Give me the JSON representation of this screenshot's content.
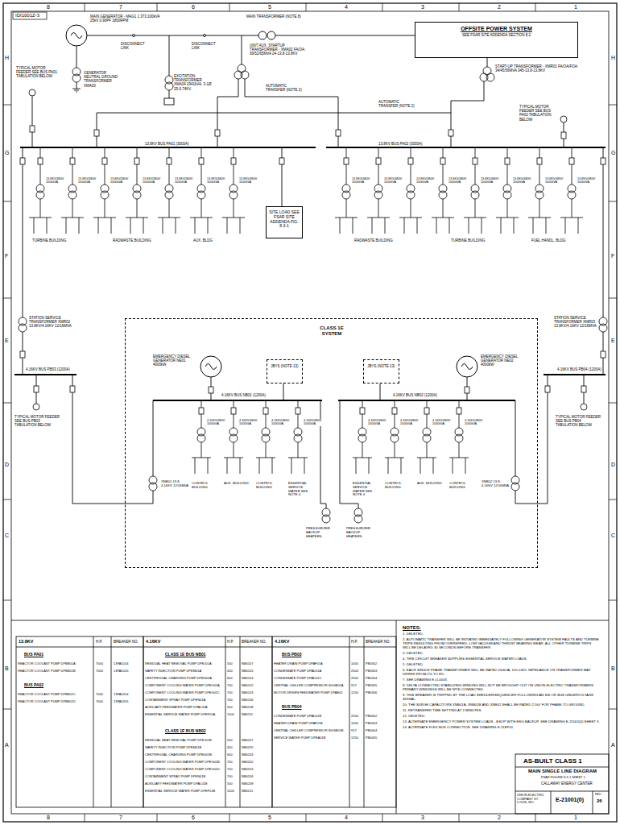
{
  "diagram": {
    "title": "MAIN SINGLE LINE DIAGRAM",
    "nodes": [
      {
        "text": [
          "OFFSITE POWER SYSTEM",
          "SEE FSAR SITE ADDENDA SECTION 8.2"
        ]
      },
      {
        "text": [
          "SITE LOAD SEE FSAR SITE ADDENDA FIG. 8.3-1"
        ]
      },
      {
        "text": [
          "CLASS 1E SYSTEM"
        ]
      },
      {
        "text": [
          "JBYS (NOTE 13)"
        ],
        "in": 2
      },
      {
        "text": [
          "JBYS (NOTE 13)"
        ],
        "in": 2
      }
    ],
    "labels": [
      "8",
      "7",
      "6",
      "5",
      "4",
      "3",
      "2",
      "1",
      "8",
      "7",
      "6",
      "5",
      "4",
      "3",
      "2",
      "1",
      "H",
      "G",
      "F",
      "E",
      "D",
      "C",
      "B",
      "A",
      "H",
      "G",
      "F",
      "E",
      "D",
      "C",
      "B",
      "A",
      "IDI1001Z-3",
      "MAIN GENERATOR - MAG1 1,373,100kVA 25kV 0.90PF 1800RPM",
      "DISCONNECT LINK",
      "DISCONNECT LINK",
      "MAIN TRANSFORMER (NOTE 8)",
      "UNIT AUX. STARTUP TRANSFORMER - XMA02 FA/OA: 39/52/65MVA 24-13.8-13.8KV",
      "GENERATOR NEUTRAL GROUND TRANSFORMER XMA03",
      "TYPICAL MOTOR FEEDER SEE BUS PA01 TABULATION BELOW",
      "EXCITATION TRANSFORMER XMA04 2941kVA, 3-1Ø 25-0.74KV",
      "AUTOMATIC TRANSFER (NOTE 2)",
      "AUTOMATIC TRANSFER (NOTE 2)",
      "START-UP TRANSFORMER - XMR01 FA/OA/FOA: 34/45/56MVA 345-13.8-13.8KV",
      "13.8KV BUS PA01 (3000A)",
      "13.8KV BUS PA02 (3000A)",
      "TYPICAL MOTOR FEEDER SEE BUS PA02 TABULATION BELOW",
      "13.8KV/480V 1000kVA",
      "13.8KV/480V 1000kVA",
      "13.8KV/480V 1000kVA",
      "13.8KV/480V 1000kVA",
      "13.8KV/480V 1000kVA",
      "13.8KV/480V 1000kVA",
      "13.8KV/480V 1000kVA",
      "13.8KV/480V 1000kVA",
      "13.8KV/480V 1000kVA",
      "13.8KV/480V 1000kVA",
      "13.8KV/480V 1000kVA",
      "13.8KV/480V 1000kVA",
      "13.8KV/480V 1000kVA",
      "13.8KV/480V 1000kVA",
      "13.8KV/480V 1000kVA",
      "TURBINE BUILDING",
      "RADWASTE BUILDING",
      "AUX. BLDG",
      "RADWASTE BUILDING",
      "TURBINE BUILDING",
      "FUEL HANDL. BLDG",
      "STATION SERVICE TRANSFORMER XMR02 13.8KV/4.16KV 12/16MVA",
      "STATION SERVICE TRANSFORMER XMR03 13.8KV/4.16KV 12/16MVA",
      "4.16KV BUS PB03 (1200A)",
      "4.16KV BUS PB04 (1200A)",
      "TYPICAL MOTOR FEEDER SEE BUS PB03 TABULATION BELOW",
      "TYPICAL MOTOR FEEDER SEE BUS PB04 TABULATION BELOW",
      "EMERGENCY DIESEL GENERATOR NE01 4000kW",
      "EMERGENCY DIESEL GENERATOR NE02 4000kW",
      "4.16KV BUS NB01 (1200A)",
      "4.16KV BUS NB02 (1200A)",
      "4.16KV/480V 1000kVA",
      "4.16KV/480V 1000kVA",
      "4.16KV/480V 1000kVA",
      "4.16KV/480V 1000kVA",
      "4.16KV/480V 1000kVA",
      "4.16KV/480V 1000kVA",
      "4.16KV/480V 1000kVA",
      "4.16KV/480V 1000kVA",
      "CONTROL BUILDING",
      "AUX. BUILDING",
      "CONTROL BUILDING",
      "ESSENTIAL SERVICE WATER SEE NOTE 4",
      "ESSENTIAL SERVICE WATER SEE NOTE 4",
      "CONTROL BUILDING",
      "AUX. BUILDING",
      "CONTROL BUILDING",
      "XNB01 13.8-4.16KV 12/16MVA",
      "XNB02 13.8-4.16KV 12/16MVA",
      "PRESSURIZER BACKUP HEATERS",
      "PRESSURIZER BACKUP HEATERS",
      "NOTES:",
      "1. DELETED.",
      "2. AUTOMATIC TRANSFER WILL BE INITIATED IMMEDIATELY FOLLOWING GENERATOR SYSTEM FAULTS AND TURBINE TRIPS RESULTING FROM OVERSPEED, LOW VACUUM AND THRUST BEARING WEAR. ALL OTHER TURBINE TRIPS WILL BE DELAYED 30 SECONDS BEFORE TRANSFER.",
      "3. DELETED.",
      "4. THIS CIRCUIT BREAKER SUPPLIES ESSENTIAL SERVICE WATER LOADS.",
      "5. DELETED.",
      "6. EACH SINGLE PHASE TRANSFORMER WILL BE RATED 200kVA, 120-240V. IMPEDANCE ON TRANSFORMER MAY DIFFER FROM 2% TO 8%.",
      "7. SEE DRAWING E-U-0003.",
      "8. DELTA CONNECTED STABILIZING WINDING WILL NOT BE BROUGHT OUT ON UNION ELECTRIC TRANSFORMERS. PRIMARY WINDINGS WILL BE WYE CONNECTED.",
      "9. THIS BREAKER IS TRIPPED BY THE LOAD SHEDDER/SEQUENCER FOLLOWING AN SIS OR BUS UNDERVOLTAGE SIGNAL.",
      "10. THE SURGE CAPACITORS XNB01A, XNB01B AND XNB02 SHALL BE RATED 2.5kV FOR PHASE-TO-GROUND.",
      "11. RETRANSFER TIME SETTING AT 2 MINUTES.",
      "12. DELETED.",
      "13. ALTERNATE EMERGENCY POWER SYSTEM LOADS - ESOP WITH ESG BACKUP. SEE DRAWING E-21001(0) SHEET 3.",
      "14. ALTERNATE FLEX BUS CONNECTION. SEE DRAWING E-21EP01.",
      "13.8KV",
      "H.P.",
      "BREAKER NO.",
      "BUS PA01",
      "REACTOR COOLANT PUMP DPBB01A",
      "7000",
      "13PA0104",
      "REACTOR COOLANT PUMP DPBB01B",
      "7000",
      "13PA0105",
      "BUS PA02",
      "REACTOR COOLANT PUMP DPBB01C",
      "7000",
      "13PA0204",
      "REACTOR COOLANT PUMP DPBB01D",
      "7000",
      "13PA0205",
      "4.16KV",
      "H.P.",
      "BREAKER NO.",
      "CLASS 1E BUS NB01",
      "RESIDUAL HEAT REMOVAL PUMP DPEJ01A",
      "500",
      "NB0107",
      "SAFETY INJECTION PUMP DPEM01A",
      "450",
      "NB0105",
      "CENTRIFUGAL CHARGING PUMP DPBG05A",
      "600",
      "NB0104",
      "COMPONENT COOLING WATER PUMP DPEG01A",
      "700",
      "NB0102",
      "COMPONENT COOLING WATER PUMP DPEG01C",
      "700",
      "NB0103",
      "CONTAINMENT SPRAY PUMP DPEN01A",
      "700",
      "NB0106",
      "AUXILIARY FEEDWATER PUMP DPAL01A",
      "500",
      "NB0108",
      "ESSENTIAL SERVICE WATER PUMP DPEF01A",
      "1100",
      "NB0111",
      "CLASS 1E BUS NB02",
      "RESIDUAL HEAT REMOVAL PUMP DPEJ01B",
      "500",
      "NB0207",
      "SAFETY INJECTION PUMP DPEM01B",
      "450",
      "NB0205",
      "CENTRIFUGAL CHARGING PUMP DPBG05B",
      "600",
      "NB0204",
      "COMPONENT COOLING WATER PUMP DPEG01B",
      "700",
      "NB0202",
      "COMPONENT COOLING WATER PUMP DPEG01D",
      "700",
      "NB0203",
      "CONTAINMENT SPRAY PUMP DPEN01B",
      "700",
      "NB0206",
      "AUXILIARY FEEDWATER PUMP DPAL01B",
      "500",
      "NB0208",
      "ESSENTIAL SERVICE WATER PUMP DPEF01B",
      "1100",
      "NB0211",
      "4.16KV",
      "H.P.",
      "BREAKER NO.",
      "BUS PB03",
      "HEATER DRAIN PUMP DPAF01A",
      "1000",
      "PB0302",
      "CONDENSATE PUMP DPAD01A",
      "2500",
      "PB0303",
      "CONDENSATE PUMP DPAD01C",
      "2500",
      "PB0304",
      "CENTRAL CHILLER COMPRESSOR SGGB01A",
      "917",
      "PB0305",
      "MOTOR DRIVEN FEEDWATER PUMP DPAE02",
      "1250",
      "PB0306",
      "BUS PB04",
      "CONDENSATE PUMP DPAD01B",
      "2500",
      "PB0402",
      "HEATER DRAIN PUMP DPAF01B",
      "1000",
      "PB0403",
      "CENTRAL CHILLER COMPRESSOR SGGB01B",
      "917",
      "PB0404",
      "SERVICE WATER PUMP DPEA01B",
      "1250",
      "PB0405",
      "AS-BUILT CLASS 1",
      "FSAR FIGURE 8.3-1 SHEET 1",
      "CALLAWAY ENERGY CENTER",
      "UNION ELECTRIC COMPANY ST. LOUIS, MO.",
      "E-21001(0)",
      "REV.",
      "26"
    ]
  }
}
